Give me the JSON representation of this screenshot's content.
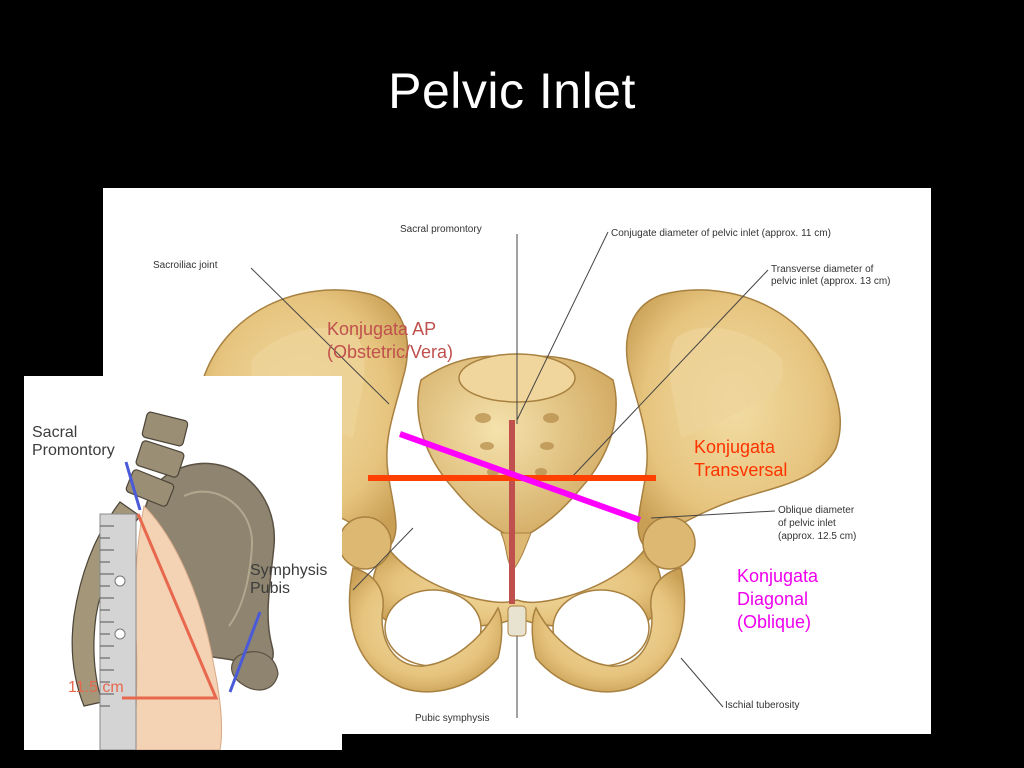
{
  "slide": {
    "title": "Pelvic Inlet"
  },
  "main_figure": {
    "labels": {
      "sacral_promontory": "Sacral promontory",
      "conjugate_diameter": "Conjugate diameter of pelvic inlet (approx. 11 cm)",
      "sacroiliac_joint": "Sacroiliac joint",
      "transverse_diameter_line1": "Transverse diameter of",
      "transverse_diameter_line2": "pelvic inlet (approx. 13 cm)",
      "oblique_diameter_line1": "Oblique diameter",
      "oblique_diameter_line2": "of pelvic inlet",
      "oblique_diameter_line3": "(approx. 12.5 cm)",
      "ischial_tuberosity": "Ischial tuberosity",
      "pubic_symphysis": "Pubic symphysis"
    },
    "annotations": {
      "konjugata_ap": "Konjugata AP\n(Obstetric/Vera)",
      "konjugata_transversal": "Konjugata\nTransversal",
      "konjugata_diagonal": "Konjugata\nDiagonal\n(Oblique)"
    }
  },
  "inset_figure": {
    "labels": {
      "sacral_promontory": "Sacral\nPromontory",
      "symphysis_pubis": "Symphysis\nPubis",
      "measurement": "11.5 cm"
    }
  },
  "colors": {
    "background": "#000000",
    "title_text": "#ffffff",
    "ap_line": "#c0504d",
    "ap_text": "#c0504d",
    "transverse_line": "#ff4000",
    "transverse_text": "#ff3300",
    "diagonal_line": "#ff00ff",
    "diagonal_text": "#ee00ee",
    "bone": "#e8cf8f",
    "bone_shadow": "#c9a35a",
    "inset_measure": "#e8684e",
    "inset_pointer": "#4a5ad8"
  }
}
